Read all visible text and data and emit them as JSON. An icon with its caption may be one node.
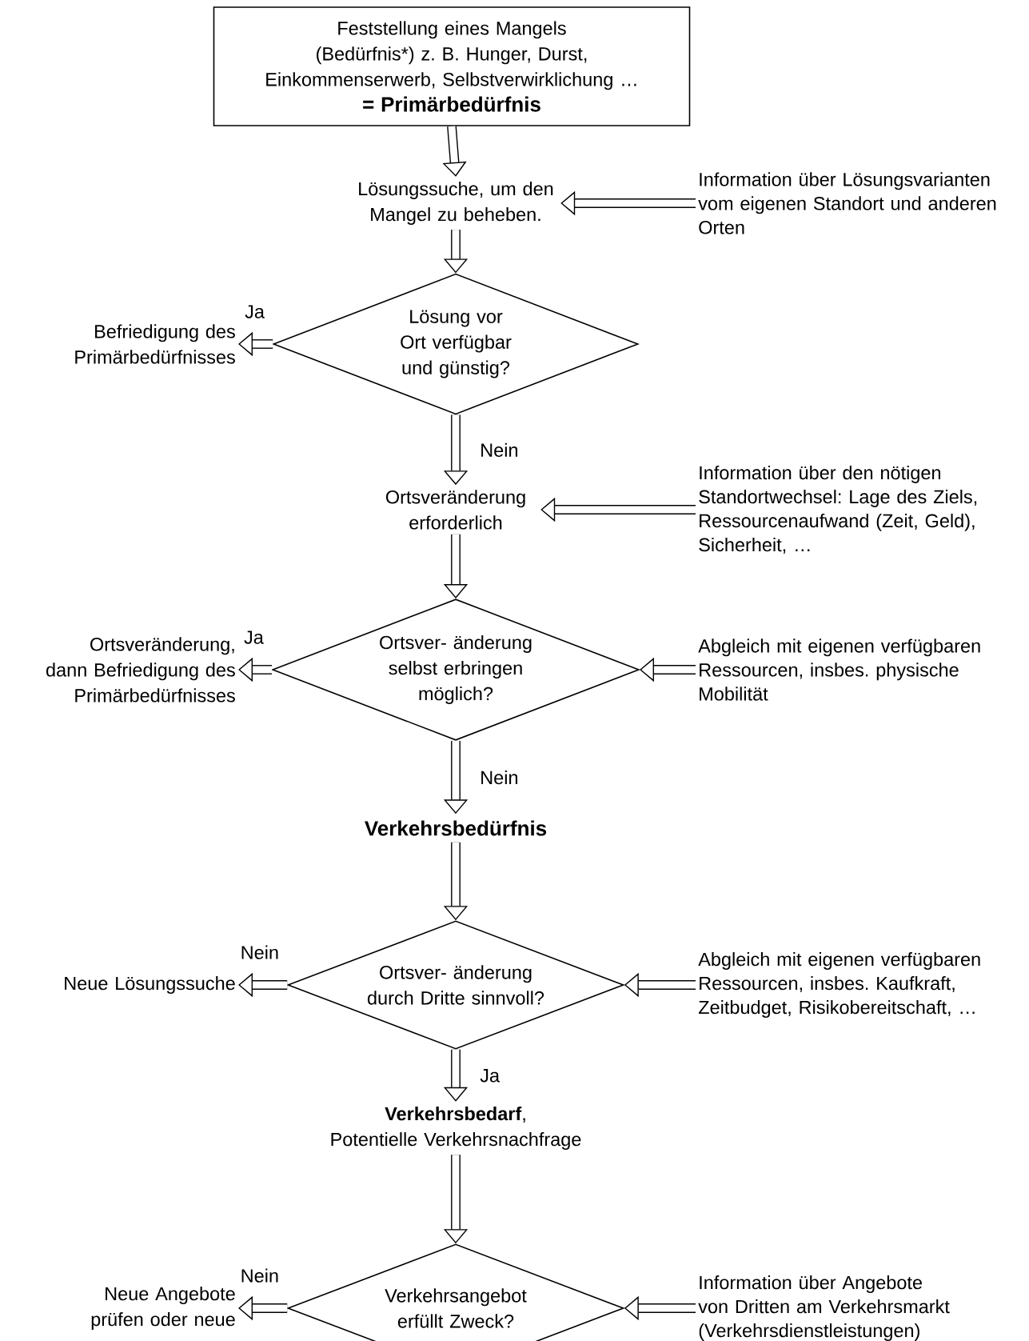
{
  "diagram": {
    "nodes": [
      {
        "text": [
          "Feststellung eines Mangels (Bedürfnis*) z. B. Hunger, Durst, Einkommenserwerb, Selbstverwirklichung …",
          "= Primärbedürfnis"
        ]
      },
      {
        "text": [
          "Lösungssuche, um den Mangel zu beheben."
        ]
      },
      {
        "text": [
          "Information über Lösungsvarianten vom eigenen Standort und anderen Orten"
        ]
      },
      {
        "text": [
          "Lösung vor Ort verfügbar und günstig?"
        ]
      },
      {
        "text": [
          "Befriedigung des Primärbedürfnisses"
        ]
      },
      {
        "text": [
          "Ortsveränderung erforderlich"
        ]
      },
      {
        "text": [
          "Information über den nötigen Standortwechsel: Lage des Ziels, Ressourcenaufwand (Zeit, Geld), Sicherheit, …"
        ]
      },
      {
        "text": [
          "Ortsver- änderung selbst erbringen möglich?"
        ]
      },
      {
        "text": [
          "Ortsveränderung, dann Befriedigung des Primärbedürfnisses"
        ]
      },
      {
        "text": [
          "Abgleich mit eigenen verfügbaren Ressourcen, insbes. physische Mobilität"
        ]
      },
      {
        "text": [
          "Verkehrsbedürfnis"
        ]
      },
      {
        "text": [
          "Ortsver- änderung durch Dritte sinnvoll?"
        ]
      },
      {
        "text": [
          "Neue Lösungssuche"
        ]
      },
      {
        "text": [
          "Abgleich mit eigenen verfügbaren Ressourcen, insbes. Kaufkraft, Zeitbudget, Risikobereitschaft, …"
        ]
      },
      {
        "text": [
          "**Verkehrsbedarf**,",
          "Potentielle Verkehrsnachfrage"
        ]
      },
      {
        "text": [
          "Verkehrsangebot erfüllt Zweck?"
        ]
      },
      {
        "text": [
          "Neue Angebote prüfen oder neue"
        ]
      },
      {
        "text": [
          "Information über Angebote von Dritten am Verkehrsmarkt (Verkehrsdienstleistungen)"
        ]
      }
    ],
    "edges": [
      {
        "from": 0,
        "to": 1,
        "arrow": "to"
      },
      {
        "from": 2,
        "to": 1,
        "arrow": "to"
      },
      {
        "from": 1,
        "to": 3,
        "arrow": "to"
      },
      {
        "from": 3,
        "to": 4,
        "arrow": "to",
        "label": "Ja"
      },
      {
        "from": 3,
        "to": 5,
        "arrow": "to",
        "label": "Nein"
      },
      {
        "from": 6,
        "to": 5,
        "arrow": "to"
      },
      {
        "from": 5,
        "to": 7,
        "arrow": "to"
      },
      {
        "from": 7,
        "to": 8,
        "arrow": "to",
        "label": "Ja"
      },
      {
        "from": 9,
        "to": 7,
        "arrow": "to"
      },
      {
        "from": 7,
        "to": 10,
        "arrow": "to",
        "label": "Nein"
      },
      {
        "from": 10,
        "to": 11,
        "arrow": "to"
      },
      {
        "from": 11,
        "to": 12,
        "arrow": "to",
        "label": "Nein"
      },
      {
        "from": 13,
        "to": 11,
        "arrow": "to"
      },
      {
        "from": 11,
        "to": 14,
        "arrow": "to",
        "label": "Ja"
      },
      {
        "from": 14,
        "to": 15,
        "arrow": "to"
      },
      {
        "from": 15,
        "to": 16,
        "arrow": "to",
        "label": "Nein"
      },
      {
        "from": 17,
        "to": 15,
        "arrow": "to"
      }
    ]
  }
}
